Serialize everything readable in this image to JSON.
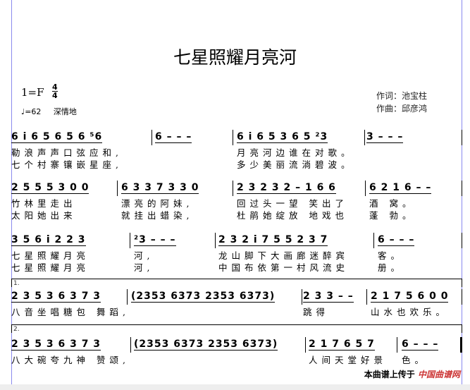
{
  "title": "七星照耀月亮河",
  "key": "1=F",
  "time_signature": {
    "top": "4",
    "bottom": "4"
  },
  "tempo": "♩=62",
  "expression": "深情地",
  "lyricist": "作词：池宝柱",
  "composer": "作曲：邱彦鸿",
  "rows": [
    {
      "measures": [
        "6 i  6 5  6 5  6 ⁵6",
        "6 – – –",
        "6 i  6 5  3 6  5 ²3",
        "3 – – –"
      ],
      "lyrics1": [
        "勒浪声声口弦应和,",
        "",
        "月亮河边谁在对歌。",
        ""
      ],
      "lyrics2": [
        "七个村寨镶嵌星座,",
        "",
        "多少美丽流淌碧波。",
        ""
      ]
    },
    {
      "measures": [
        "2 5 5  5 3 0 0",
        "6 3 3  7 3 3 0",
        "2 3 2 3 2 – 1 6 6",
        "6 2 1 6 – –"
      ],
      "lyrics1": [
        "竹林里走出",
        "漂亮的阿妹,",
        "回过头一望  笑出了",
        "酒  窝。"
      ],
      "lyrics2": [
        "太阳她出来",
        "就挂出蜡染,",
        "杜鹃她绽放  地戏也",
        "蓬  勃。"
      ]
    },
    {
      "measures": [
        "3 5  6 i  2  2 3",
        "²3 – – –",
        "2 3 2 i  7 5 5  2 3  7",
        "6 – – –"
      ],
      "lyrics1": [
        "七星照耀月亮",
        "河,",
        "龙山脚下大画廊迷醉宾",
        "客。"
      ],
      "lyrics2": [
        "七星照耀月亮",
        "河,",
        "中国布依第一村风流史",
        "册。"
      ]
    },
    {
      "volta": "1.",
      "measures": [
        "2 3  5 3  6 3  7 3",
        "(2353 6373 2353 6373)",
        "2 3 3 – –",
        "2 1 7 5 6 0 0"
      ],
      "lyrics1": [
        "八音坐唱糖包 舞蹈,",
        "",
        "跳得",
        "山水也欢乐。"
      ]
    },
    {
      "volta": "2.",
      "measures": [
        "2 3  5 3  6 3  7 3",
        "(2353 6373 2353 6373)",
        "2 1  7 6 5 7",
        "6 – – –"
      ],
      "lyrics1": [
        "八大碗夸九神 赞颂,",
        "",
        "人间天堂好景",
        "色。"
      ]
    }
  ],
  "footer": {
    "text": "本曲谱上传于",
    "logo": "中国曲谱网"
  }
}
